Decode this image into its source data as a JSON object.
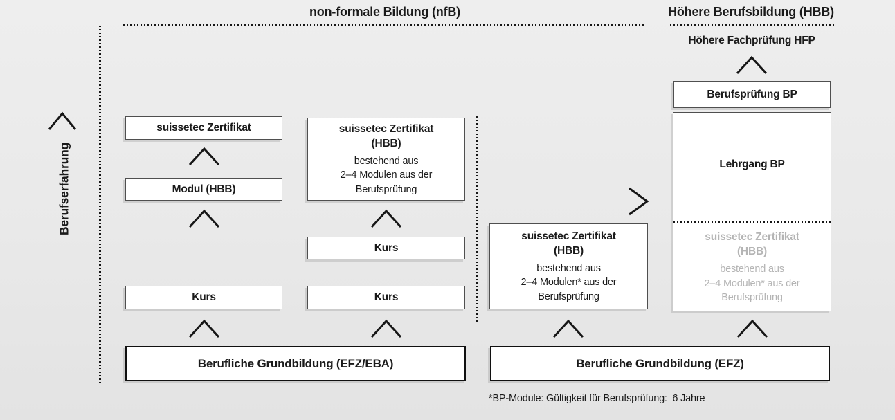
{
  "headers": {
    "nfb": "non-formale Bildung (nfB)",
    "hbb": "Höhere Berufsbildung (HBB)"
  },
  "axis": {
    "experience_label": "Berufserfahrung"
  },
  "col1": {
    "zertifikat": "suissetec Zertifikat",
    "modul": "Modul (HBB)",
    "kurs": "Kurs"
  },
  "col2": {
    "cert": {
      "title": "suissetec Zertifikat",
      "subtitle": "(HBB)",
      "line1": "bestehend aus",
      "line2": "2–4 Modulen aus der",
      "line3": "Berufsprüfung"
    },
    "kurs_upper": "Kurs",
    "kurs_lower": "Kurs"
  },
  "col3": {
    "cert": {
      "title": "suissetec Zertifikat",
      "subtitle": "(HBB)",
      "line1": "bestehend aus",
      "line2": "2–4 Modulen* aus der",
      "line3": "Berufsprüfung"
    }
  },
  "col4": {
    "hfp_label": "Höhere Fachprüfung HFP",
    "berufspruefung": "Berufsprüfung BP",
    "lehrgang": "Lehrgang BP",
    "cert": {
      "title": "suissetec Zertifikat",
      "subtitle": "(HBB)",
      "line1": "bestehend aus",
      "line2": "2–4 Modulen* aus der",
      "line3": "Berufsprüfung"
    }
  },
  "bottom": {
    "left_box": "Berufliche Grundbildung (EFZ/EBA)",
    "right_box": "Berufliche Grundbildung (EFZ)"
  },
  "footnote": "*BP-Module: Gültigkeit für Berufsprüfung:  6 Jahre",
  "colors": {
    "ink": "#1a1a1a",
    "muted_text": "#b4b4b4",
    "box_fill": "#ffffff",
    "background": "#e9e9e9"
  }
}
